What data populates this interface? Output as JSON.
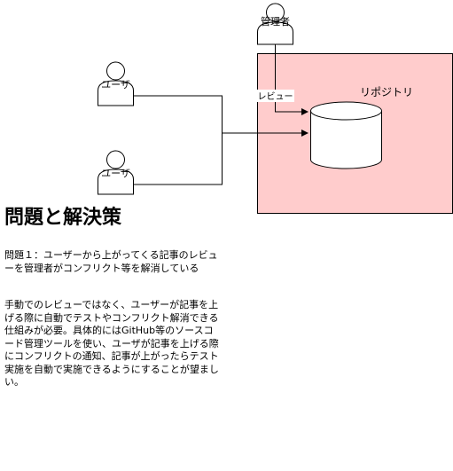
{
  "diagram": {
    "repository_label": "リポジトリ",
    "admin_label": "管理者",
    "user1_label": "ユーザ",
    "user2_label": "ユーザ",
    "review_label": "レビュー",
    "repository_fill": "#ffcccc"
  },
  "text": {
    "title": "問題と解決策",
    "paragraph1": "問題１：ユーザーから上がってくる記事のレビューを管理者がコンフリクト等を解消している",
    "paragraph2": "手動でのレビューではなく、ユーザーが記事を上げる際に自動でテストやコンフリクト解消できる仕組みが必要。具体的にはGitHub等のソースコード管理ツールを使い、ユーザが記事を上げる際にコンフリクトの通知、記事が上がったらテスト実施を自動で実施できるようにすることが望ましい。"
  }
}
